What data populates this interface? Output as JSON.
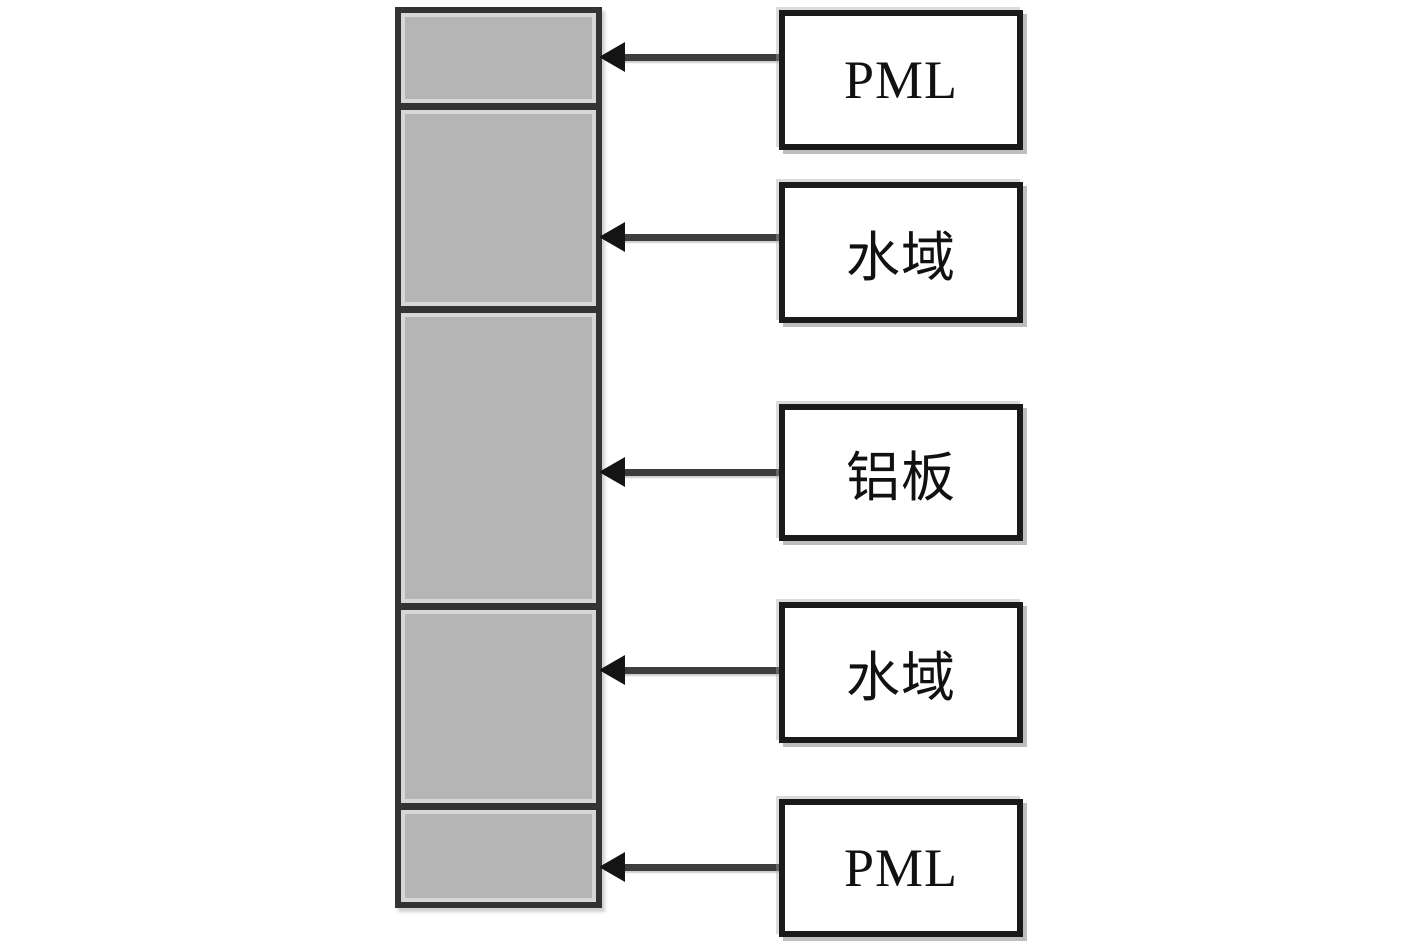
{
  "diagram": {
    "type": "layered-simulation-model-schematic",
    "rows": [
      {
        "id": "pml-top",
        "label": "PML"
      },
      {
        "id": "water-top",
        "label": "水域"
      },
      {
        "id": "aluminum",
        "label": "铝板"
      },
      {
        "id": "water-bottom",
        "label": "水域"
      },
      {
        "id": "pml-bottom",
        "label": "PML"
      }
    ],
    "colors": {
      "segment_fill": "#b5b5b5",
      "segment_highlight": "#dddddd",
      "stack_border": "#333333",
      "box_border": "#1a1a1a",
      "box_background": "#ffffff",
      "arrow_line": "#3d3d3d",
      "arrow_head": "#141414",
      "text": "#111111",
      "page_background": "#ffffff"
    }
  }
}
